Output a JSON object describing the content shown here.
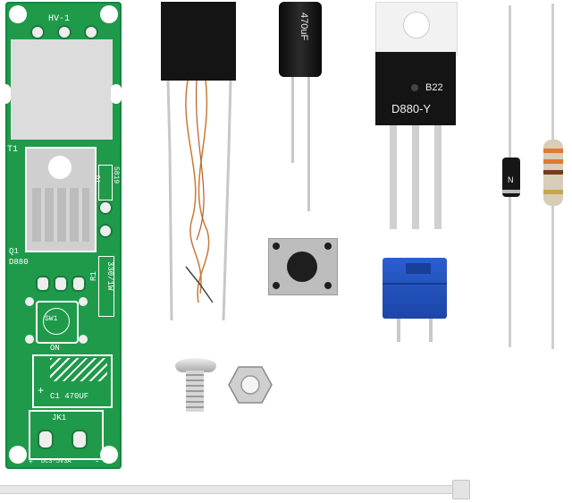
{
  "pcb": {
    "hv_label": "HV-1",
    "t1_label": "T1",
    "q1_label": "Q1",
    "q1_part": "D880",
    "r1_label": "R1",
    "r1_value": "330/1W",
    "d1_label": "D1",
    "d1_part": "5819",
    "sw_label": "SW1",
    "on_label": "ON",
    "c1_label": "C1 470UF",
    "plus_sign": "+",
    "jk_label": "JK1",
    "dc_label": "DC3-5V3A",
    "minus_sign": "-"
  },
  "capacitor": {
    "marking": "470uF"
  },
  "transistor": {
    "code": "B22",
    "part": "D880-Y"
  },
  "diode": {
    "band_marking": "N"
  },
  "colors": {
    "pcb_green": "#1f9a4a",
    "pcb_silver": "#d9d9d9",
    "black_component": "#141414",
    "blue_trimmer": "#1f4fb8"
  }
}
